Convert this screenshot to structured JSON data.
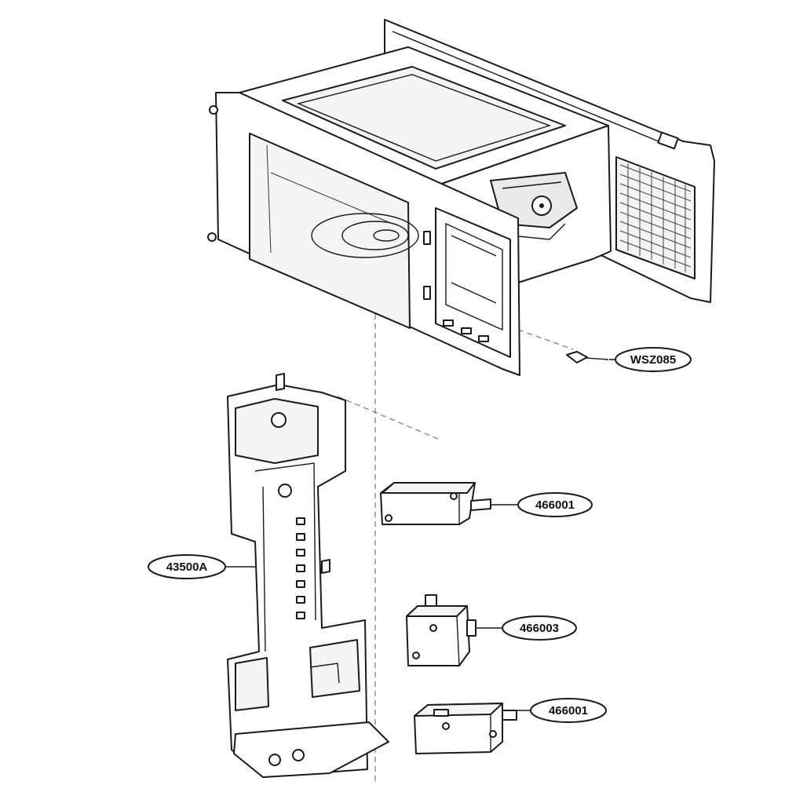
{
  "callouts": [
    {
      "id": "wsz085",
      "label": "WSZ085"
    },
    {
      "id": "466001-top",
      "label": "466001"
    },
    {
      "id": "43500a",
      "label": "43500A"
    },
    {
      "id": "466003",
      "label": "466003"
    },
    {
      "id": "466001-bottom",
      "label": "466001"
    }
  ],
  "colors": {
    "line": "#1a1a1a",
    "fill": "#ffffff"
  }
}
